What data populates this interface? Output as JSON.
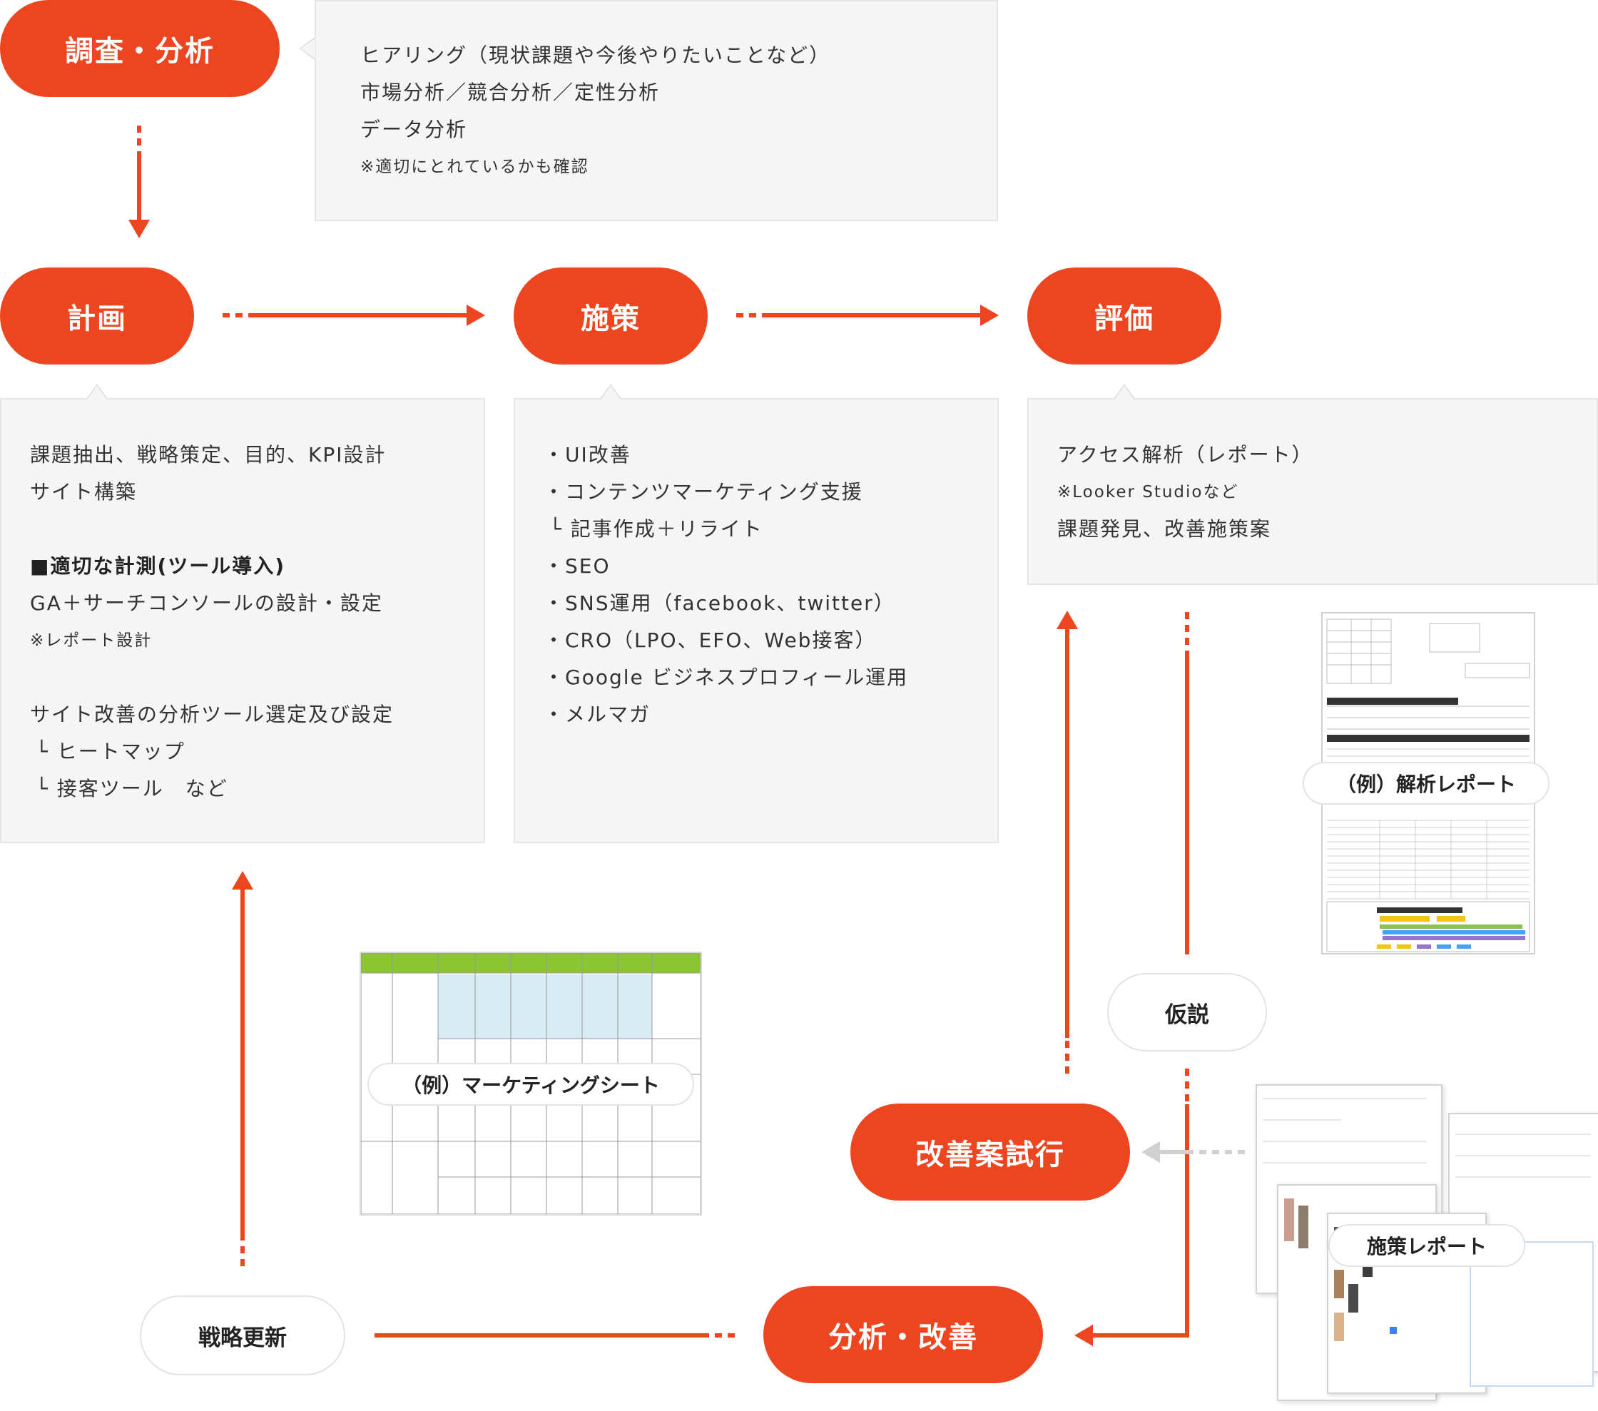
{
  "nodes": {
    "research": "調査・分析",
    "plan": "計画",
    "measures": "施策",
    "evaluation": "評価",
    "trial": "改善案試行",
    "analysis_improve": "分析・改善",
    "hypothesis": "仮説",
    "strategy_update": "戦略更新"
  },
  "research_box": {
    "lines": [
      "ヒアリング（現状課題や今後やりたいことなど）",
      "市場分析／競合分析／定性分析",
      "データ分析"
    ],
    "note": "※適切にとれているかも確認"
  },
  "plan_box": {
    "line1": "課題抽出、戦略策定、目的、KPI設計",
    "line2": "サイト構築",
    "heading": "■適切な計測(ツール導入)",
    "line3": "GA＋サーチコンソールの設計・設定",
    "note": "※レポート設計",
    "line4": "サイト改善の分析ツール選定及び設定",
    "sub1": "└ ヒートマップ",
    "sub2": "└ 接客ツール　など"
  },
  "measures_box": {
    "items": [
      "・UI改善",
      "・コンテンツマーケティング支援",
      "└ 記事作成＋リライト",
      "・SEO",
      "・SNS運用（facebook、twitter）",
      "・CRO（LPO、EFO、Web接客）",
      "・Google ビジネスプロフィール運用",
      "・メルマガ"
    ]
  },
  "evaluation_box": {
    "line1": "アクセス解析（レポート）",
    "note": "※Looker Studioなど",
    "line2": "課題発見、改善施策案"
  },
  "examples": {
    "analysis_report": "（例）解析レポート",
    "marketing_sheet": "（例）マーケティングシート",
    "measure_report": "施策レポート"
  },
  "colors": {
    "accent": "#EE4521",
    "box_bg": "#F5F5F5",
    "box_border": "#E4E4E4",
    "gray_arrow": "#D0D0D0"
  }
}
